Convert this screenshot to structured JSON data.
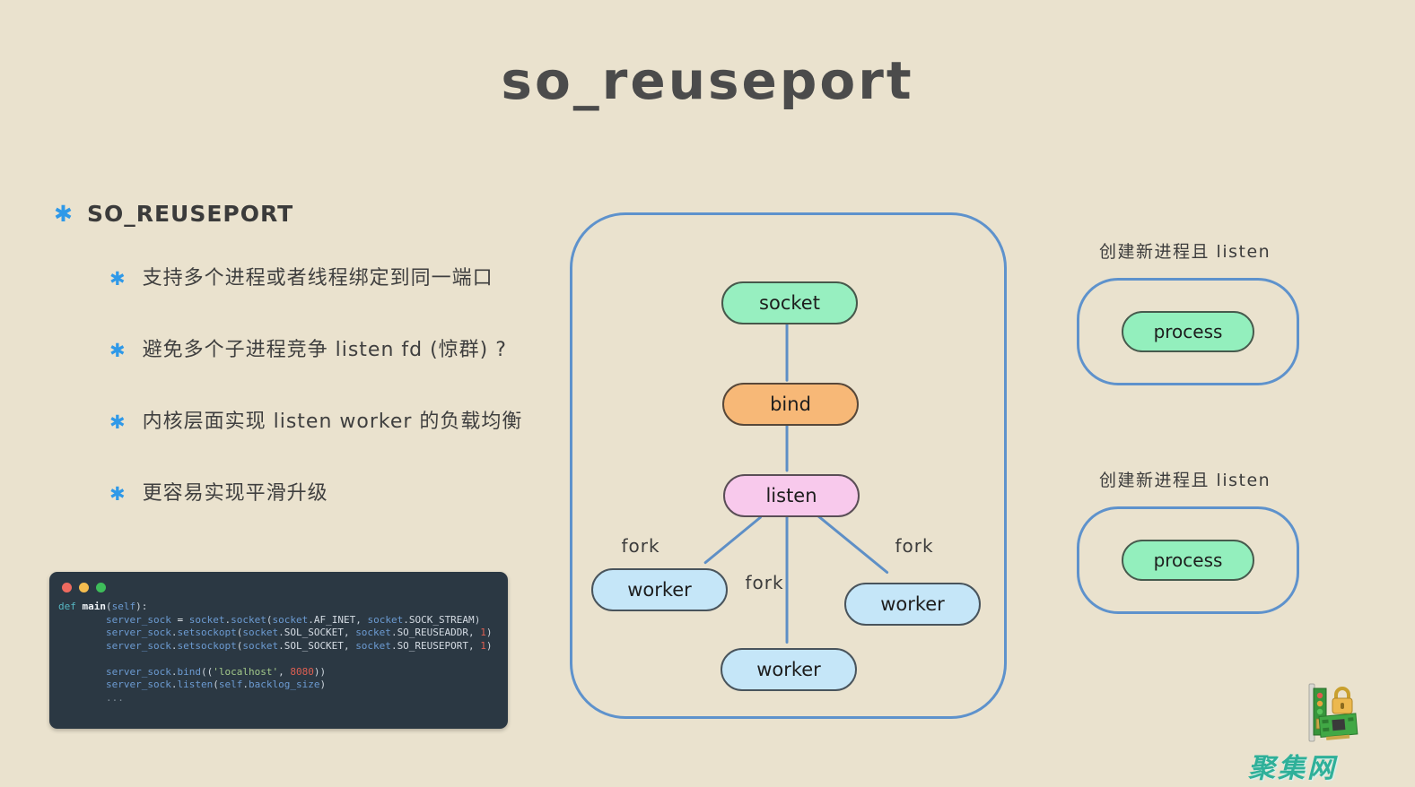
{
  "title": "so_reuseport",
  "outline": {
    "bullet_glyph": "✱",
    "heading": "SO_REUSEPORT",
    "items": [
      "支持多个进程或者线程绑定到同一端口",
      "避免多个子进程竞争 listen fd (惊群) ?",
      "内核层面实现 listen worker 的负载均衡",
      "更容易实现平滑升级"
    ]
  },
  "code_window": {
    "traffic_lights": [
      "close",
      "minimize",
      "zoom"
    ],
    "lines": [
      [
        [
          "kw",
          "def "
        ],
        [
          "fn",
          "main"
        ],
        [
          "pun",
          "("
        ],
        [
          "id",
          "self"
        ],
        [
          "pun",
          "):"
        ]
      ],
      [
        [
          "pun",
          "        "
        ],
        [
          "id",
          "server_sock"
        ],
        [
          "op",
          " = "
        ],
        [
          "id",
          "socket"
        ],
        [
          "pun",
          "."
        ],
        [
          "id",
          "socket"
        ],
        [
          "pun",
          "("
        ],
        [
          "id",
          "socket"
        ],
        [
          "pun",
          "."
        ],
        [
          "const",
          "AF_INET"
        ],
        [
          "pun",
          ", "
        ],
        [
          "id",
          "socket"
        ],
        [
          "pun",
          "."
        ],
        [
          "const",
          "SOCK_STREAM"
        ],
        [
          "pun",
          ")"
        ]
      ],
      [
        [
          "pun",
          "        "
        ],
        [
          "id",
          "server_sock"
        ],
        [
          "pun",
          "."
        ],
        [
          "id",
          "setsockopt"
        ],
        [
          "pun",
          "("
        ],
        [
          "id",
          "socket"
        ],
        [
          "pun",
          "."
        ],
        [
          "const",
          "SOL_SOCKET"
        ],
        [
          "pun",
          ", "
        ],
        [
          "id",
          "socket"
        ],
        [
          "pun",
          "."
        ],
        [
          "const",
          "SO_REUSEADDR"
        ],
        [
          "pun",
          ", "
        ],
        [
          "num",
          "1"
        ],
        [
          "pun",
          ")"
        ]
      ],
      [
        [
          "pun",
          "        "
        ],
        [
          "id",
          "server_sock"
        ],
        [
          "pun",
          "."
        ],
        [
          "id",
          "setsockopt"
        ],
        [
          "pun",
          "("
        ],
        [
          "id",
          "socket"
        ],
        [
          "pun",
          "."
        ],
        [
          "const",
          "SOL_SOCKET"
        ],
        [
          "pun",
          ", "
        ],
        [
          "id",
          "socket"
        ],
        [
          "pun",
          "."
        ],
        [
          "const",
          "SO_REUSEPORT"
        ],
        [
          "pun",
          ", "
        ],
        [
          "num",
          "1"
        ],
        [
          "pun",
          ")"
        ]
      ],
      [],
      [
        [
          "pun",
          "        "
        ],
        [
          "id",
          "server_sock"
        ],
        [
          "pun",
          "."
        ],
        [
          "id",
          "bind"
        ],
        [
          "pun",
          "(("
        ],
        [
          "str",
          "'localhost'"
        ],
        [
          "pun",
          ", "
        ],
        [
          "num",
          "8080"
        ],
        [
          "pun",
          "))"
        ]
      ],
      [
        [
          "pun",
          "        "
        ],
        [
          "id",
          "server_sock"
        ],
        [
          "pun",
          "."
        ],
        [
          "id",
          "listen"
        ],
        [
          "pun",
          "("
        ],
        [
          "id",
          "self"
        ],
        [
          "pun",
          "."
        ],
        [
          "id",
          "backlog_size"
        ],
        [
          "pun",
          ")"
        ]
      ],
      [
        [
          "pun",
          "        "
        ],
        [
          "el",
          "..."
        ]
      ]
    ]
  },
  "flow": {
    "socket": {
      "label": "socket"
    },
    "bind": {
      "label": "bind"
    },
    "listen": {
      "label": "listen"
    },
    "workers": [
      {
        "label": "worker"
      },
      {
        "label": "worker"
      },
      {
        "label": "worker"
      }
    ],
    "fork_labels": [
      "fork",
      "fork",
      "fork"
    ]
  },
  "side_panels": [
    {
      "caption": "创建新进程且 listen",
      "process_label": "process"
    },
    {
      "caption": "创建新进程且 listen",
      "process_label": "process"
    }
  ],
  "logo": {
    "text": "聚集网",
    "icon": "network-card-with-lock-icon"
  },
  "colors": {
    "background": "#eae2ce",
    "title_text": "#4b4b4b",
    "bullet_blue": "#2f99e8",
    "container_blue": "#5e92cc",
    "socket_green": "#97efc0",
    "bind_orange": "#f7b877",
    "listen_pink": "#f8c9ec",
    "worker_blue": "#c5e6f8",
    "process_green": "#93efbd",
    "code_background": "#2b3843",
    "traffic_red": "#ee6a5f",
    "traffic_yellow": "#f5bd4f",
    "traffic_green": "#3ebd5a",
    "logo_teal": "#2fb099"
  }
}
